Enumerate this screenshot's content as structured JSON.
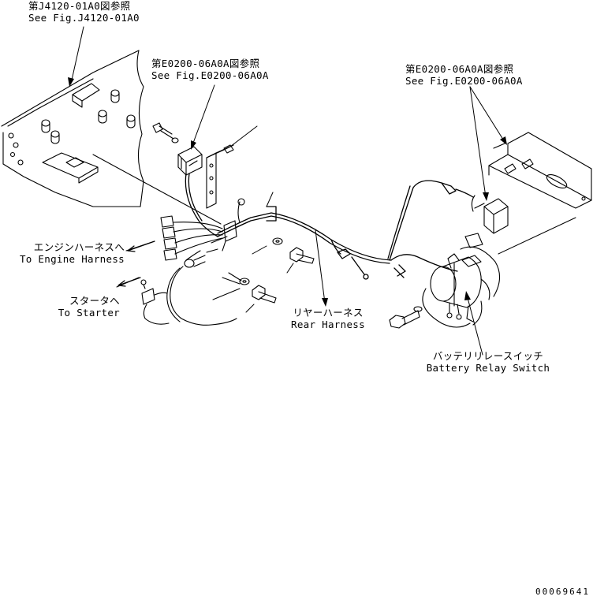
{
  "callouts": {
    "ref_j4120": {
      "jp": "第J4120-01A0図参照",
      "en": "See Fig.J4120-01A0"
    },
    "ref_e0200_left": {
      "jp": "第E0200-06A0A図参照",
      "en": "See Fig.E0200-06A0A"
    },
    "ref_e0200_right": {
      "jp": "第E0200-06A0A図参照",
      "en": "See Fig.E0200-06A0A"
    },
    "engine_harness": {
      "jp": "エンジンハーネスへ",
      "en": "To Engine Harness"
    },
    "starter": {
      "jp": "スタータへ",
      "en": "To Starter"
    },
    "rear_harness": {
      "jp": "リヤーハーネス",
      "en": "Rear Harness"
    },
    "battery_relay": {
      "jp": "バッテリリレースイッチ",
      "en": "Battery Relay Switch"
    }
  },
  "document_number": "00069641"
}
